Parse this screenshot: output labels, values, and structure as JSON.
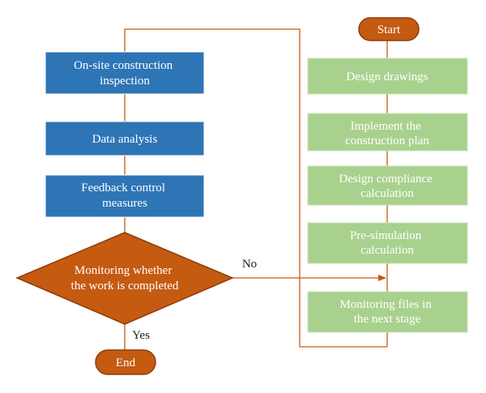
{
  "colors": {
    "blue_fill": "#2e75b6",
    "blue_stroke": "#ffffff",
    "green_fill": "#a9d18e",
    "green_stroke": "#c9e3b6",
    "orange_fill": "#c55a11",
    "orange_stroke": "#8f3d08",
    "line": "#c55a11"
  },
  "nodes": {
    "start": {
      "label": "Start"
    },
    "design_drawings": {
      "lines": [
        "Design drawings"
      ]
    },
    "implement_plan": {
      "lines": [
        "Implement the",
        "construction plan"
      ]
    },
    "compliance": {
      "lines": [
        "Design compliance",
        "calculation"
      ]
    },
    "presim": {
      "lines": [
        "Pre-simulation",
        "calculation"
      ]
    },
    "monitoring_files": {
      "lines": [
        "Monitoring files in",
        "the next stage"
      ]
    },
    "inspection": {
      "lines": [
        "On-site construction",
        "inspection"
      ]
    },
    "data_analysis": {
      "lines": [
        "Data analysis"
      ]
    },
    "feedback": {
      "lines": [
        "Feedback control",
        "measures"
      ]
    },
    "decision": {
      "lines": [
        "Monitoring whether",
        "the work is completed"
      ]
    },
    "end": {
      "label": "End"
    }
  },
  "edges": {
    "no_label": "No",
    "yes_label": "Yes"
  }
}
